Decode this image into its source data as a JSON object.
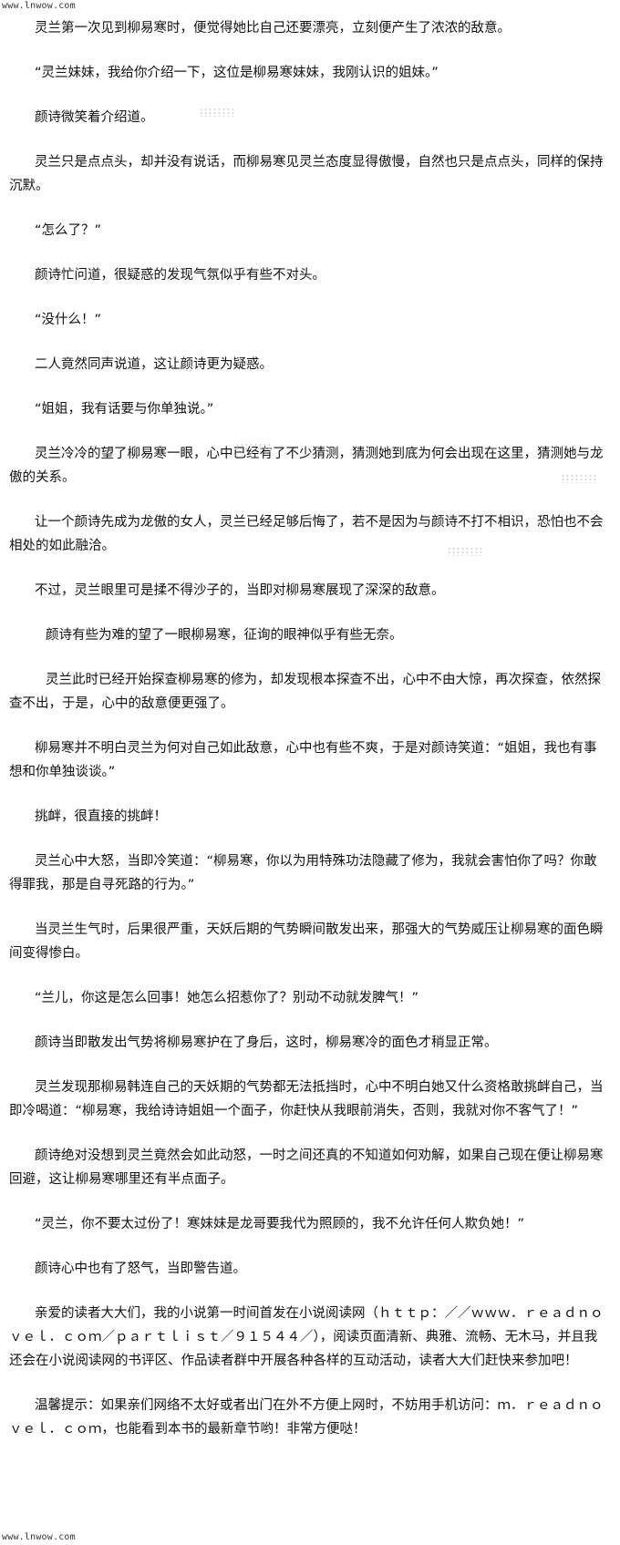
{
  "watermark": {
    "top": "www.lnwow.com",
    "bottom": "www.lnwow.com"
  },
  "paragraphs": [
    "灵兰第一次见到柳易寒时，便觉得她比自己还要漂亮，立刻便产生了浓浓的敌意。",
    "“灵兰妹妹，我给你介绍一下，这位是柳易寒妹妹，我刚认识的姐妹。”",
    "颜诗微笑着介绍道。",
    "灵兰只是点点头，却并没有说话，而柳易寒见灵兰态度显得傲慢，自然也只是点点头，同样的保持沉默。",
    "“怎么了？”",
    "颜诗忙问道，很疑惑的发现气氛似乎有些不对头。",
    "“没什么！”",
    "二人竟然同声说道，这让颜诗更为疑惑。",
    "“姐姐，我有话要与你单独说。”",
    "灵兰冷冷的望了柳易寒一眼，心中已经有了不少猜测，猜测她到底为何会出现在这里，猜测她与龙傲的关系。",
    "让一个颜诗先成为龙傲的女人，灵兰已经足够后悔了，若不是因为与颜诗不打不相识，恐怕也不会相处的如此融洽。",
    "不过，灵兰眼里可是揉不得沙子的，当即对柳易寒展现了深深的敌意。",
    "颜诗有些为难的望了一眼柳易寒，征询的眼神似乎有些无奈。",
    "灵兰此时已经开始探查柳易寒的修为，却发现根本探查不出，心中不由大惊，再次探查，依然探查不出，于是，心中的敌意便更强了。",
    "柳易寒并不明白灵兰为何对自己如此敌意，心中也有些不爽，于是对颜诗笑道：“姐姐，我也有事想和你单独谈谈。”",
    "挑衅，很直接的挑衅！",
    "灵兰心中大怒，当即冷笑道：“柳易寒，你以为用特殊功法隐藏了修为，我就会害怕你了吗？你敢得罪我，那是自寻死路的行为。”",
    "当灵兰生气时，后果很严重，天妖后期的气势瞬间散发出来，那强大的气势威压让柳易寒的面色瞬间变得惨白。",
    "“兰儿，你这是怎么回事！她怎么招惹你了？别动不动就发脾气！”",
    "颜诗当即散发出气势将柳易寒护在了身后，这时，柳易寒冷的面色才稍显正常。",
    "灵兰发现那柳易韩连自己的天妖期的气势都无法抵挡时，心中不明白她又什么资格敢挑衅自己，当即冷喝道：“柳易寒，我给诗诗姐姐一个面子，你赶快从我眼前消失，否则，我就对你不客气了！”",
    "颜诗绝对没想到灵兰竟然会如此动怒，一时之间还真的不知道如何劝解，如果自己现在便让柳易寒回避，这让柳易寒哪里还有半点面子。",
    "“灵兰，你不要太过份了！寒妹妹是龙哥要我代为照顾的，我不允许任何人欺负她！”",
    "颜诗心中也有了怒气，当即警告道。",
    "亲爱的读者大大们，我的小说第一时间首发在小说阅读网（ｈｔｔｐ：／／ｗｗｗ．ｒｅａｄｎｏｖｅｌ．ｃｏｍ／ｐａｒｔｌｉｓｔ／９１５４４／），阅读页面清新、典雅、流畅、无木马，并且我还会在小说阅读网的书评区、作品读者群中开展各种各样的互动活动，读者大大们赶快来参加吧！",
    "温馨提示：如果亲们网络不太好或者出门在外不方便上网时，不妨用手机访问：ｍ．ｒｅａｄｎｏｖｅｌ．ｃｏｍ，也能看到本书的最新章节哟！非常方便哒！"
  ]
}
